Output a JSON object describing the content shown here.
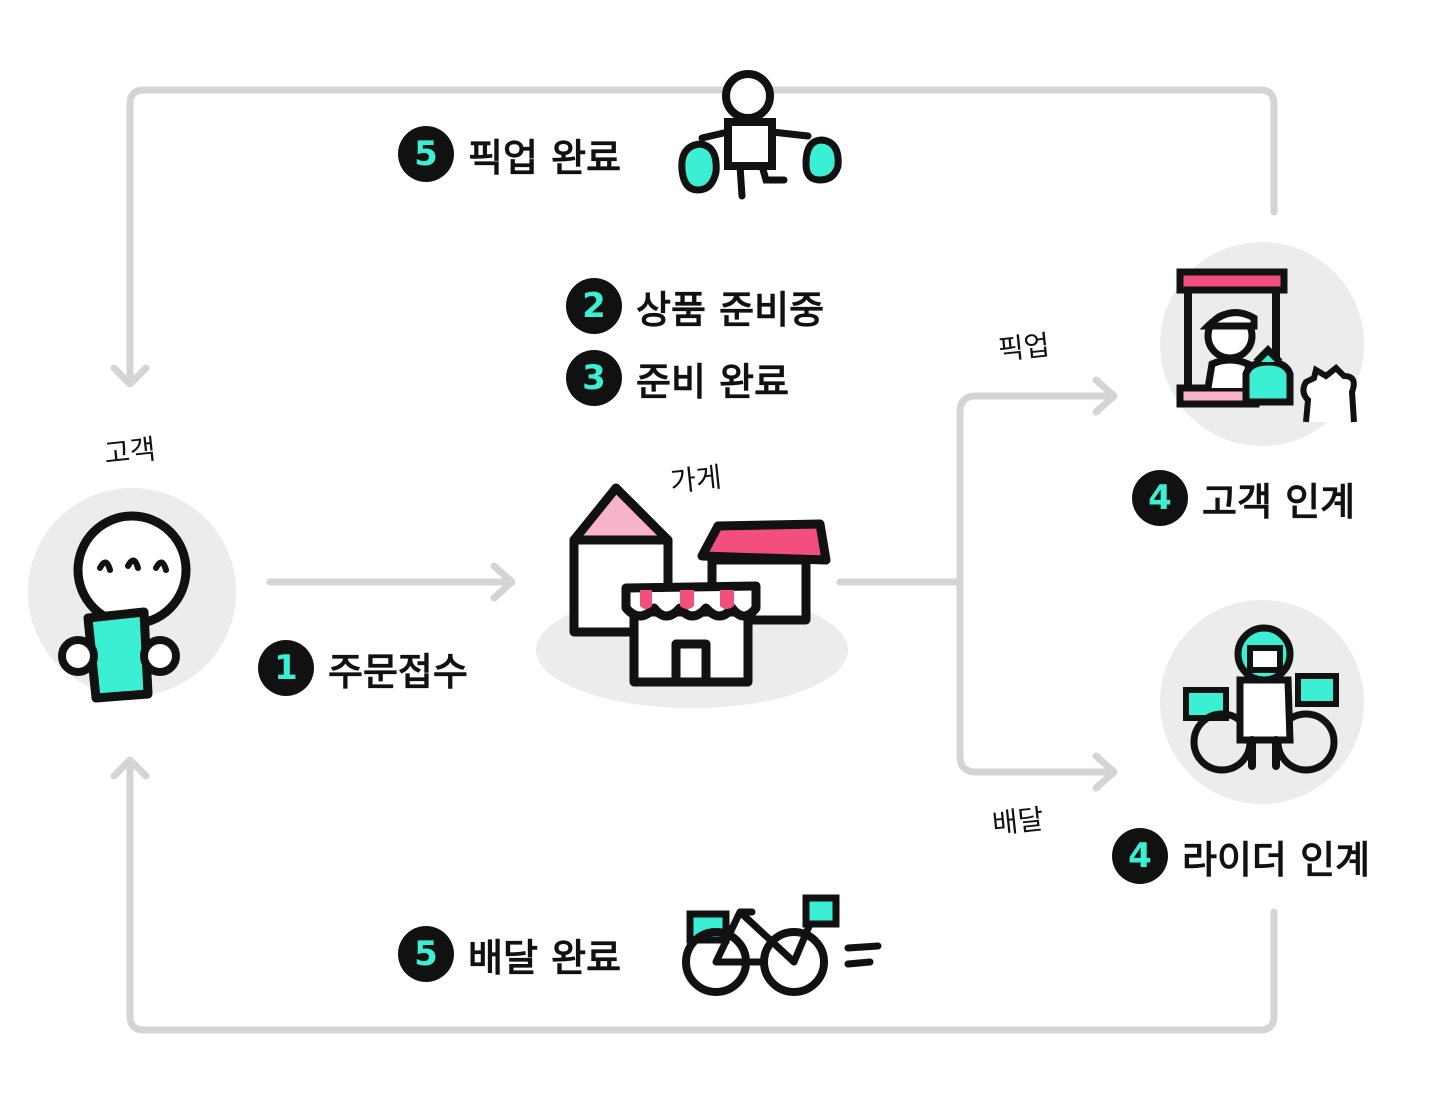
{
  "colors": {
    "accent_teal": "#3bf0d2",
    "accent_pink": "#f24f7e",
    "accent_light_pink": "#f7b3c8",
    "arrow_gray": "#d4d4d4",
    "circle_bg": "#ececec",
    "ink": "#111111"
  },
  "nodes": {
    "customer_label": "고객",
    "store_label": "가게"
  },
  "branches": {
    "pickup_label": "픽업",
    "delivery_label": "배달"
  },
  "steps": {
    "order_received": {
      "num": "1",
      "label": "주문접수"
    },
    "preparing": {
      "num": "2",
      "label": "상품 준비중"
    },
    "prepared": {
      "num": "3",
      "label": "준비 완료"
    },
    "customer_handover": {
      "num": "4",
      "label": "고객 인계"
    },
    "rider_handover": {
      "num": "4",
      "label": "라이더 인계"
    },
    "pickup_complete": {
      "num": "5",
      "label": "픽업 완료"
    },
    "delivery_complete": {
      "num": "5",
      "label": "배달 완료"
    }
  },
  "icons": {
    "customer": "customer-with-phone-icon",
    "store": "store-buildings-icon",
    "pickup_counter": "pickup-counter-icon",
    "rider": "rider-on-bike-icon",
    "person_with_bags": "person-with-bags-icon",
    "delivery_bike": "delivery-bike-icon"
  }
}
